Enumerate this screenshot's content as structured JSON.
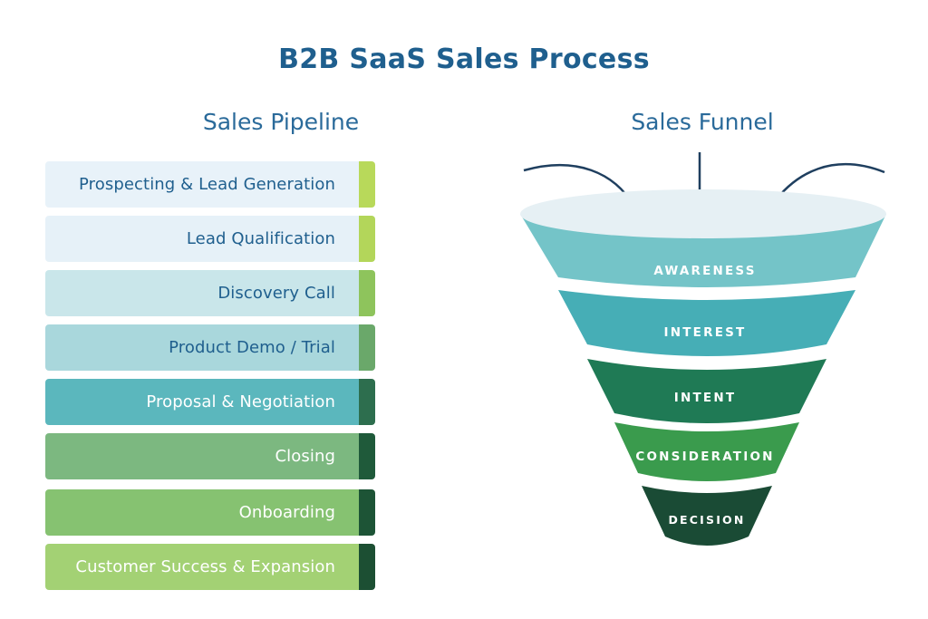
{
  "title": "B2B SaaS Sales Process",
  "pipeline": {
    "heading": "Sales Pipeline",
    "stages": [
      {
        "label": "Prospecting & Lead Generation",
        "bg": "#e8f2f9",
        "tab": "#b8d95a",
        "text": "#1f5f8e"
      },
      {
        "label": "Lead Qualification",
        "bg": "#e6f1f8",
        "tab": "#b3d65a",
        "text": "#1f5f8e"
      },
      {
        "label": "Discovery Call",
        "bg": "#c9e6ea",
        "tab": "#8ec45c",
        "text": "#1f5f8e"
      },
      {
        "label": "Product Demo / Trial",
        "bg": "#a9d7dc",
        "tab": "#6aa86a",
        "text": "#1f5f8e"
      },
      {
        "label": "Proposal & Negotiation",
        "bg": "#5bb7bd",
        "tab": "#2d6e4e",
        "text": "#ffffff"
      },
      {
        "label": "Closing",
        "bg": "#7cb880",
        "tab": "#1f5a3a",
        "text": "#ffffff"
      },
      {
        "label": "Onboarding",
        "bg": "#86c271",
        "tab": "#1d5436",
        "text": "#ffffff"
      },
      {
        "label": "Customer Success & Expansion",
        "bg": "#a3d174",
        "tab": "#1c4f33",
        "text": "#ffffff"
      }
    ]
  },
  "funnel": {
    "heading": "Sales Funnel",
    "stages": [
      {
        "label": "AWARENESS",
        "color": "#74c4c8"
      },
      {
        "label": "INTEREST",
        "color": "#46aeb6"
      },
      {
        "label": "INTENT",
        "color": "#1f7a55"
      },
      {
        "label": "CONSIDERATION",
        "color": "#3a9b4d"
      },
      {
        "label": "DECISION",
        "color": "#1a4b35"
      }
    ],
    "rim_color": "#e6f0f4",
    "arrow_color": "#1f3f5f",
    "arrows": [
      "arrow-left-icon",
      "arrow-down-icon",
      "arrow-right-icon"
    ]
  }
}
